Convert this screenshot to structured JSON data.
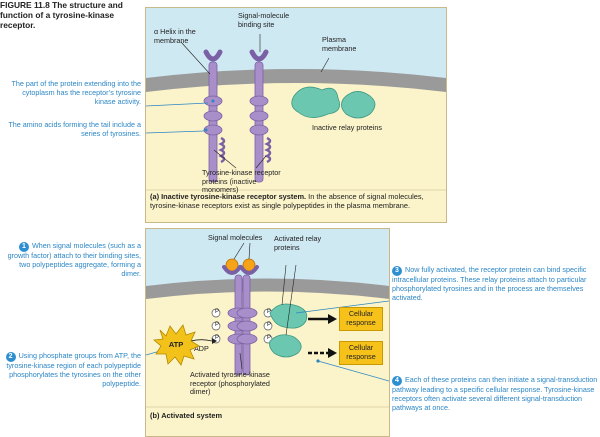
{
  "figure": {
    "title": "FIGURE 11.8  The structure and function of a tyrosine-kinase receptor."
  },
  "panel_a": {
    "labels": {
      "helix": "α Helix in the membrane",
      "binding_site": "Signal-molecule binding site",
      "plasma_membrane": "Plasma membrane",
      "relay": "Inactive relay proteins",
      "receptor": "Tyrosine-kinase receptor proteins (inactive monomers)"
    },
    "callouts": {
      "cytoplasm": "The part of the protein extending into the cytoplasm has the receptor’s tyrosine kinase activity.",
      "tyrosines": "The amino acids forming the tail include a series of tyrosines."
    },
    "caption": {
      "head": "(a) Inactive tyrosine-kinase receptor system.",
      "body": " In the absence of signal molecules, tyrosine-kinase receptors exist as single polypeptides in the plasma membrane."
    }
  },
  "panel_b": {
    "labels": {
      "signal": "Signal molecules",
      "activated_relay": "Activated relay proteins",
      "atp": "ATP",
      "adp": "ADP",
      "p": "P",
      "response": "Cellular response",
      "receptor": "Activated tyrosine-kinase receptor (phosphorylated dimer)"
    },
    "steps": [
      {
        "n": "1",
        "text": "When signal molecules (such as a growth factor) attach to their binding sites, two polypeptides aggregate, forming a dimer."
      },
      {
        "n": "2",
        "text": "Using phosphate groups from ATP, the tyrosine-kinase region of each polypeptide phosphorylates the tyrosines on the other polypeptide."
      },
      {
        "n": "3",
        "text": "Now fully activated, the receptor protein can bind specific intracellular proteins. These relay proteins attach to particular phosphorylated tyrosines and in the process are themselves activated."
      },
      {
        "n": "4",
        "text": "Each of these proteins can then initiate a signal-transduction pathway leading to a specific cellular response. Tyrosine-kinase receptors often activate several different signal-transduction pathways at once."
      }
    ],
    "caption": {
      "head": "(b) Activated system",
      "body": ""
    }
  },
  "colors": {
    "extracellular": "#cfe9f3",
    "cytoplasm": "#fbf3c9",
    "membrane": "#9a9a9a",
    "receptor": "#a98fc9",
    "relay": "#6cc7b0",
    "response": "#f6c21a",
    "accent_blue": "#2b86c5"
  }
}
